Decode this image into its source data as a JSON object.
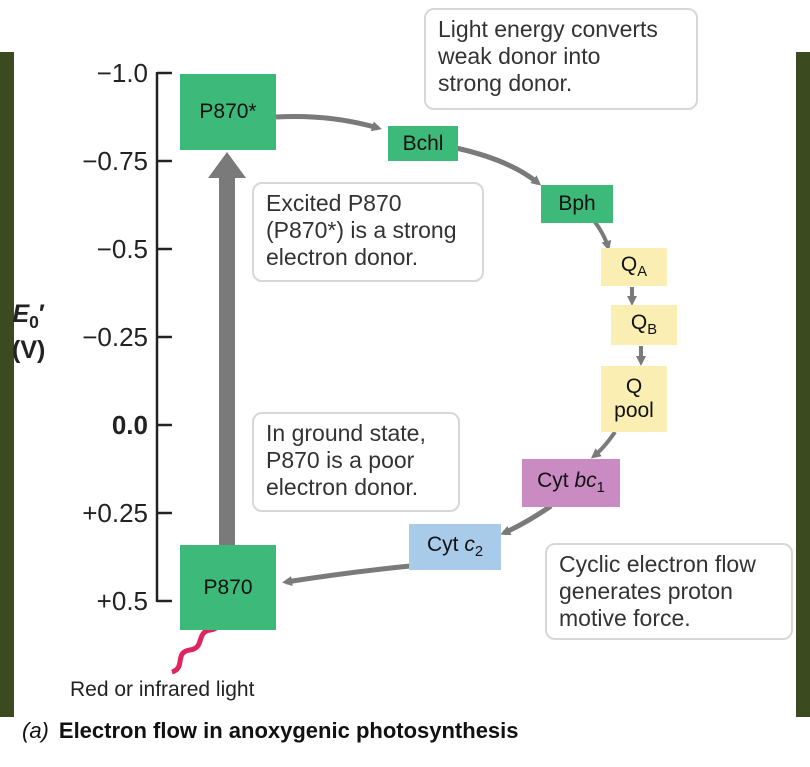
{
  "axis": {
    "symbol": "E",
    "symbol_sub": "0",
    "prime": "′",
    "unit": "(V)",
    "ticks": [
      "−1.0",
      "−0.75",
      "−0.5",
      "−0.25",
      "0.0",
      "+0.25",
      "+0.5"
    ]
  },
  "components": {
    "p870_excited": "P870*",
    "bchl": "Bchl",
    "bph": "Bph",
    "qa_main": "Q",
    "qa_sub": "A",
    "qb_main": "Q",
    "qb_sub": "B",
    "qpool_line1": "Q",
    "qpool_line2": "pool",
    "cytbc1_prefix": "Cyt ",
    "cytbc1_italic": "bc",
    "cytbc1_sub": "1",
    "cytc2_prefix": "Cyt ",
    "cytc2_italic": "c",
    "cytc2_sub": "2",
    "p870": "P870"
  },
  "notes": {
    "light_energy": "Light energy converts\nweak donor into\nstrong donor.",
    "excited": "Excited P870\n(P870*) is a strong\nelectron donor.",
    "ground": "In ground state,\nP870 is a poor\nelectron donor.",
    "cyclic": "Cyclic electron flow\ngenerates proton\nmotive force."
  },
  "light_label": "Red or infrared light",
  "caption": {
    "letter": "(a)",
    "text": "Electron flow in anoxygenic photosynthesis"
  },
  "colors": {
    "green": "#3dba79",
    "yellow": "#fbeeb3",
    "purple": "#c98bc1",
    "blue": "#a9cbea",
    "arrow_gray": "#7a7a7a",
    "light_red": "#e0245e",
    "side_bar": "#3b4a1f"
  }
}
